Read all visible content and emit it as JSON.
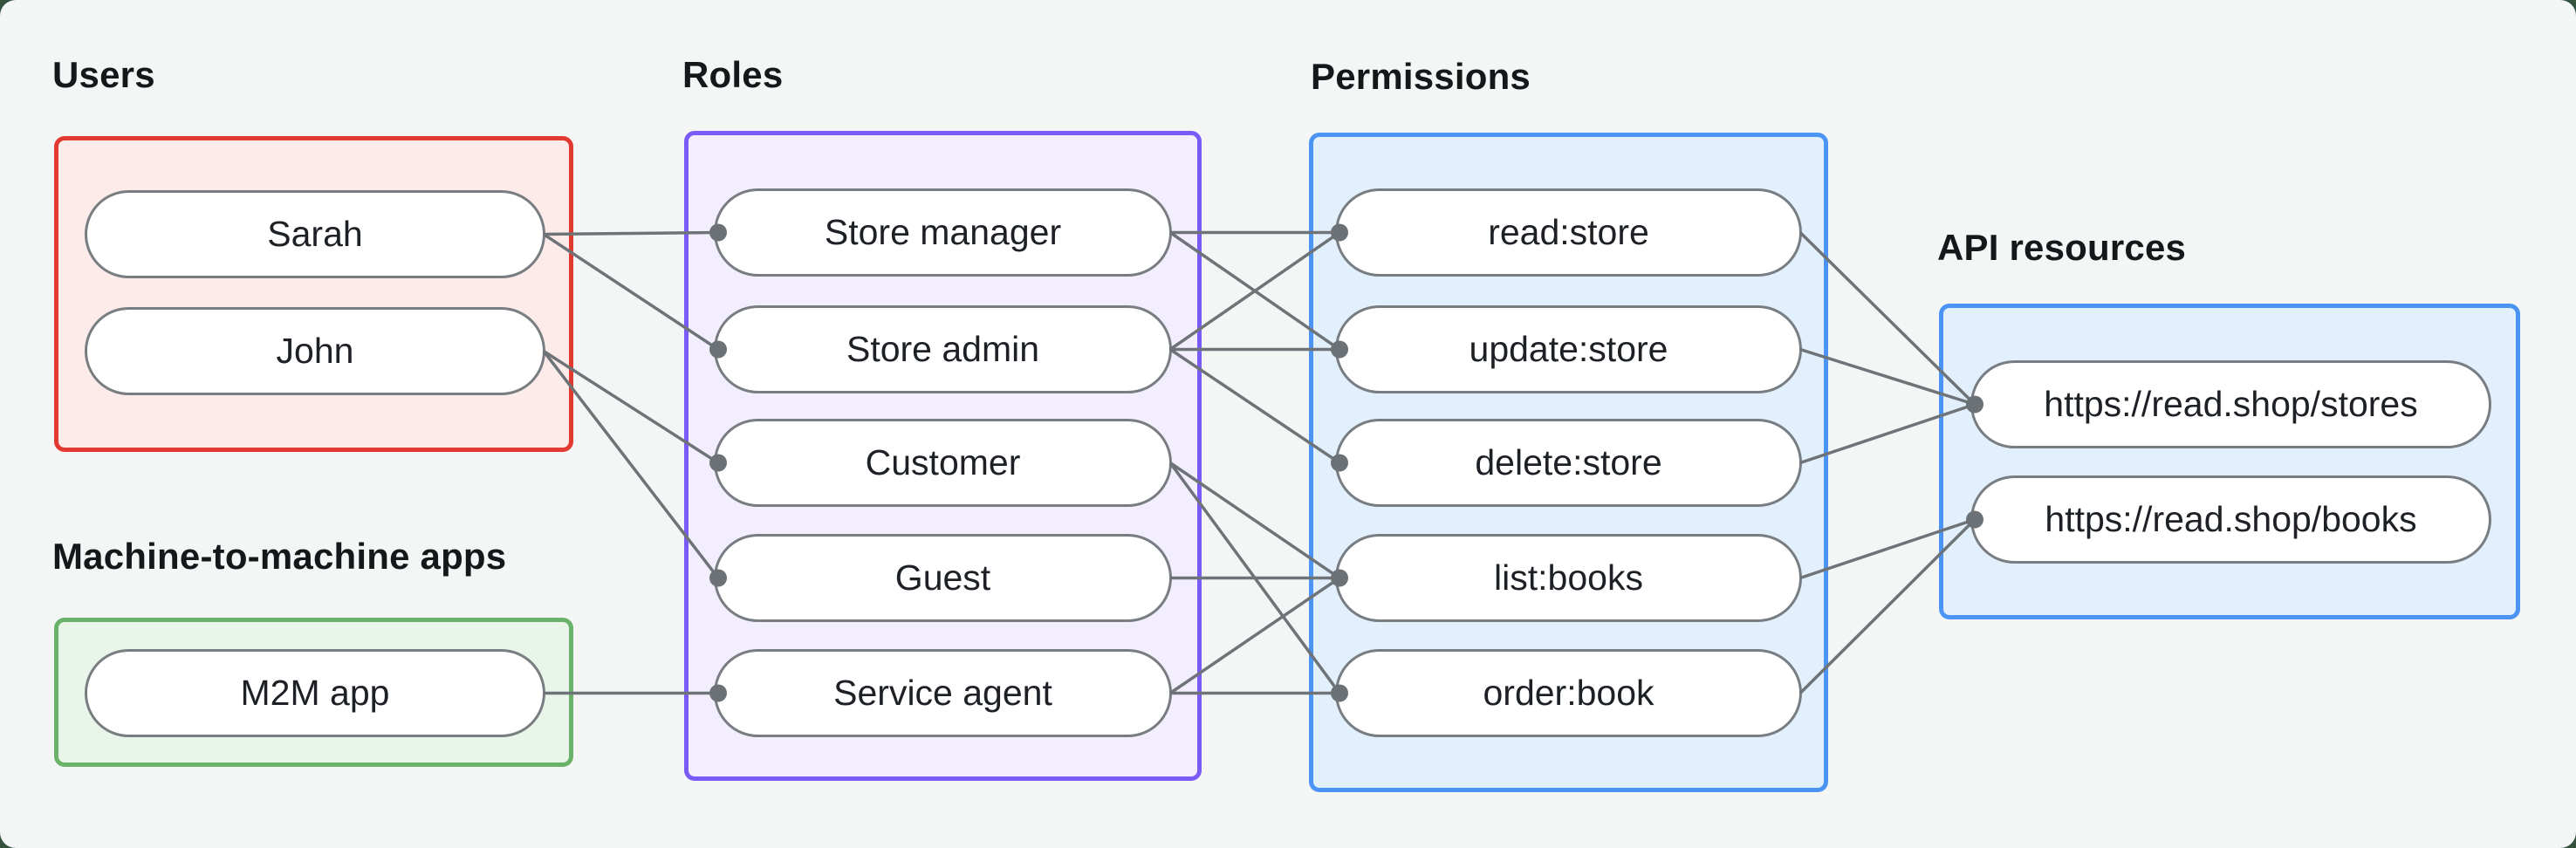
{
  "colors": {
    "background": "#f4f6f5",
    "page_behind": "#35523f",
    "edge": "#6e7377",
    "dot": "#6c7176",
    "node_border": "#787d82",
    "node_fill": "#ffffff",
    "node_text": "#1d2125",
    "title_text": "#15181b"
  },
  "groups": {
    "users": {
      "title": "Users",
      "border": "#e23a31",
      "fill": "#fcebe9"
    },
    "m2m": {
      "title": "Machine-to-machine apps",
      "border": "#6ab26a",
      "fill": "#e9f5e9"
    },
    "roles": {
      "title": "Roles",
      "border": "#7b5bf7",
      "fill": "#f3eefe"
    },
    "permissions": {
      "title": "Permissions",
      "border": "#4b94f4",
      "fill": "#e2effc"
    },
    "api": {
      "title": "API resources",
      "border": "#4b94f4",
      "fill": "#e2effc"
    }
  },
  "nodes": {
    "sarah": {
      "label": "Sarah"
    },
    "john": {
      "label": "John"
    },
    "m2m_app": {
      "label": "M2M app"
    },
    "store_manager": {
      "label": "Store manager"
    },
    "store_admin": {
      "label": "Store admin"
    },
    "customer": {
      "label": "Customer"
    },
    "guest": {
      "label": "Guest"
    },
    "service_agent": {
      "label": "Service agent"
    },
    "read_store": {
      "label": "read:store"
    },
    "update_store": {
      "label": "update:store"
    },
    "delete_store": {
      "label": "delete:store"
    },
    "list_books": {
      "label": "list:books"
    },
    "order_book": {
      "label": "order:book"
    },
    "stores_api": {
      "label": "https://read.shop/stores"
    },
    "books_api": {
      "label": "https://read.shop/books"
    }
  },
  "edges": [
    {
      "from": "sarah",
      "to": "store_manager"
    },
    {
      "from": "sarah",
      "to": "store_admin"
    },
    {
      "from": "john",
      "to": "customer"
    },
    {
      "from": "john",
      "to": "guest"
    },
    {
      "from": "m2m_app",
      "to": "service_agent"
    },
    {
      "from": "store_manager",
      "to": "read_store"
    },
    {
      "from": "store_manager",
      "to": "update_store"
    },
    {
      "from": "store_admin",
      "to": "read_store"
    },
    {
      "from": "store_admin",
      "to": "update_store"
    },
    {
      "from": "store_admin",
      "to": "delete_store"
    },
    {
      "from": "customer",
      "to": "list_books"
    },
    {
      "from": "customer",
      "to": "order_book"
    },
    {
      "from": "guest",
      "to": "list_books"
    },
    {
      "from": "service_agent",
      "to": "list_books"
    },
    {
      "from": "service_agent",
      "to": "order_book"
    },
    {
      "from": "read_store",
      "to": "stores_api"
    },
    {
      "from": "update_store",
      "to": "stores_api"
    },
    {
      "from": "delete_store",
      "to": "stores_api"
    },
    {
      "from": "list_books",
      "to": "books_api"
    },
    {
      "from": "order_book",
      "to": "books_api"
    }
  ]
}
